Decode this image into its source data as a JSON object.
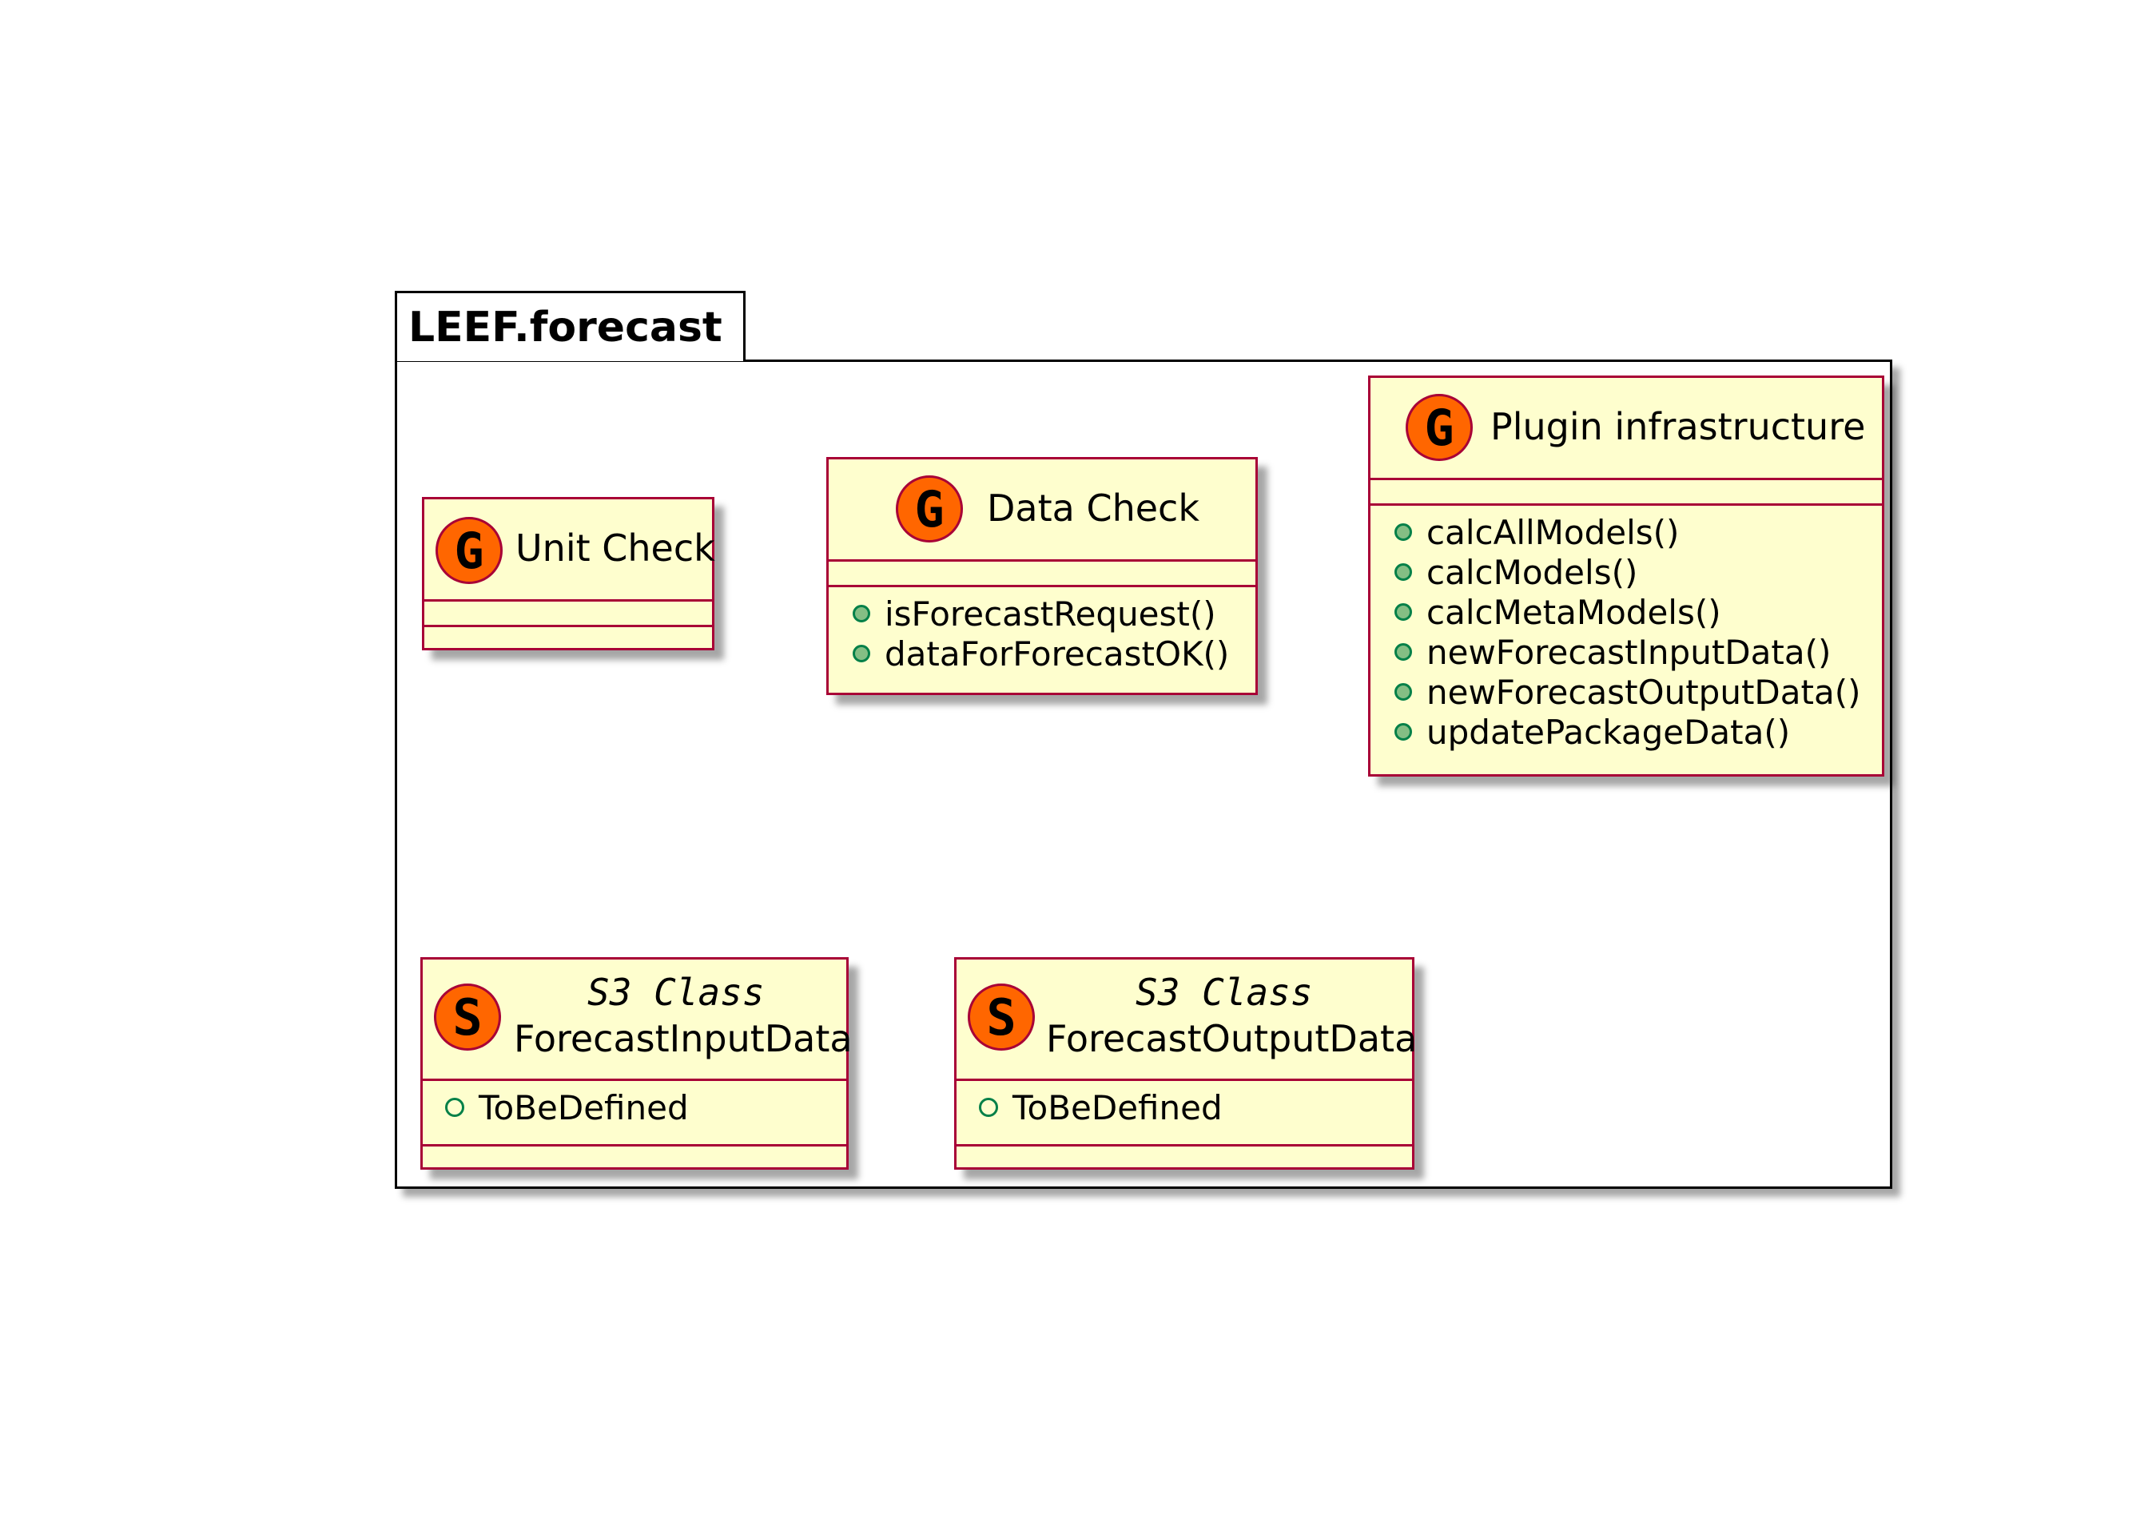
{
  "package": {
    "name": "LEEF.forecast"
  },
  "classes": {
    "unit_check": {
      "icon": "G",
      "name": "Unit Check",
      "methods": []
    },
    "data_check": {
      "icon": "G",
      "name": "Data Check",
      "methods": [
        "isForecastRequest()",
        "dataForForecastOK()"
      ]
    },
    "plugin_infrastructure": {
      "icon": "G",
      "name": "Plugin infrastructure",
      "methods": [
        "calcAllModels()",
        "calcModels()",
        "calcMetaModels()",
        "newForecastInputData()",
        "newForecastOutputData()",
        "updatePackageData()"
      ]
    },
    "forecast_input_data": {
      "icon": "S",
      "stereotype": "S3 Class",
      "name": "ForecastInputData",
      "fields": [
        "ToBeDefined"
      ]
    },
    "forecast_output_data": {
      "icon": "S",
      "stereotype": "S3 Class",
      "name": "ForecastOutputData",
      "fields": [
        "ToBeDefined"
      ]
    }
  },
  "colors": {
    "class_fill": "#fefece",
    "class_border": "#a80036",
    "stereotype_icon_fill": "#ff6600",
    "method_dot_fill": "#84be84",
    "method_dot_border": "#038048"
  }
}
